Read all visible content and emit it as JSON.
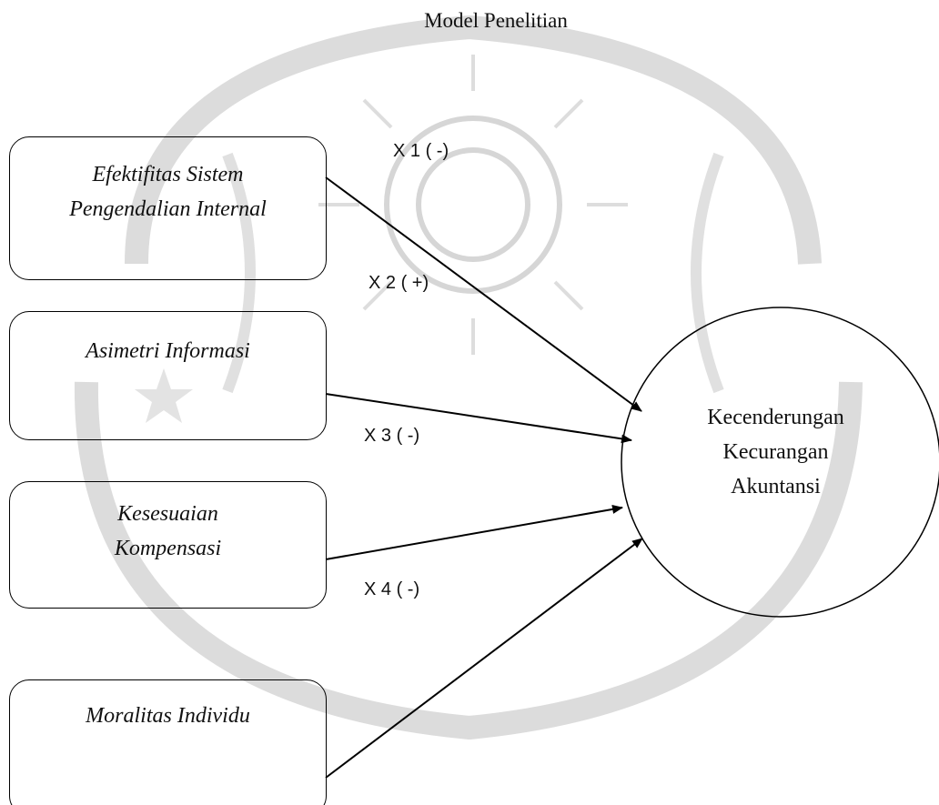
{
  "title": "Model Penelitian",
  "boxes": [
    {
      "label_line1": "Efektifitas Sistem",
      "label_line2": "Pengendalian Internal"
    },
    {
      "label_line1": "Asimetri Informasi"
    },
    {
      "label_line1": "Kesesuaian",
      "label_line2": "Kompensasi"
    },
    {
      "label_line1": "Moralitas Individu"
    }
  ],
  "target": {
    "line1": "Kecenderungan",
    "line2": "Kecurangan",
    "line3": "Akuntansi"
  },
  "edge_labels": [
    "X 1 ( -)",
    "X 2 ( +)",
    "X 3 ( -)",
    "X 4 ( -)"
  ],
  "colors": {
    "stroke": "#000000",
    "watermark": "#d9d9d9",
    "text": "#111111"
  }
}
